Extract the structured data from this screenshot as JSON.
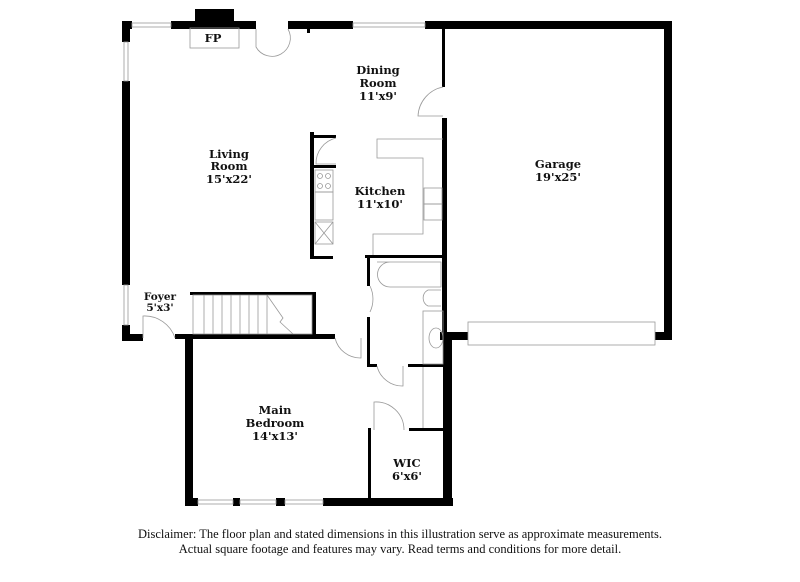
{
  "rooms": {
    "fireplace": {
      "label": "FP"
    },
    "dining": {
      "name_line1": "Dining",
      "name_line2": "Room",
      "size": "11'x9'"
    },
    "living": {
      "name_line1": "Living",
      "name_line2": "Room",
      "size": "15'x22'"
    },
    "kitchen": {
      "name": "Kitchen",
      "size": "11'x10'"
    },
    "garage": {
      "name": "Garage",
      "size": "19'x25'"
    },
    "foyer": {
      "name": "Foyer",
      "size": "5'x3'"
    },
    "main_bedroom": {
      "name_line1": "Main",
      "name_line2": "Bedroom",
      "size": "14'x13'"
    },
    "wic": {
      "name": "WIC",
      "size": "6'x6'"
    }
  },
  "disclaimer": {
    "line1": "Disclaimer: The floor plan and stated dimensions in this illustration serve as approximate measurements.",
    "line2": "Actual square footage and features may vary. Read terms and conditions for more detail."
  },
  "colors": {
    "wall": "#000000",
    "fixture": "#999999",
    "background": "#ffffff"
  }
}
